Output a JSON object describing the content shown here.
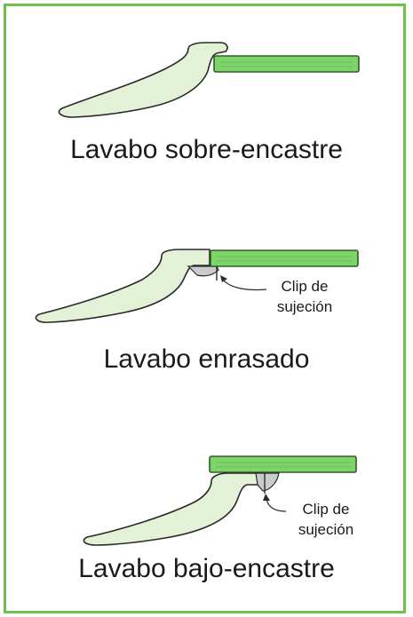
{
  "colors": {
    "border": "#6cc24a",
    "countertop_fill": "#7ed36a",
    "countertop_stroke": "#2f5f22",
    "sink_fill": "#e3f1d6",
    "sink_stroke": "#2a2a2a",
    "clip_fill": "#c9cccd",
    "text": "#1a1a1a"
  },
  "panels": [
    {
      "caption": "Lavabo sobre-encastre",
      "has_clip": false
    },
    {
      "caption": "Lavabo enrasado",
      "has_clip": true,
      "clip_label": [
        "Clip de",
        "sujeción"
      ]
    },
    {
      "caption": "Lavabo bajo-encastre",
      "has_clip": true,
      "clip_label": [
        "Clip de",
        "sujeción"
      ]
    }
  ]
}
